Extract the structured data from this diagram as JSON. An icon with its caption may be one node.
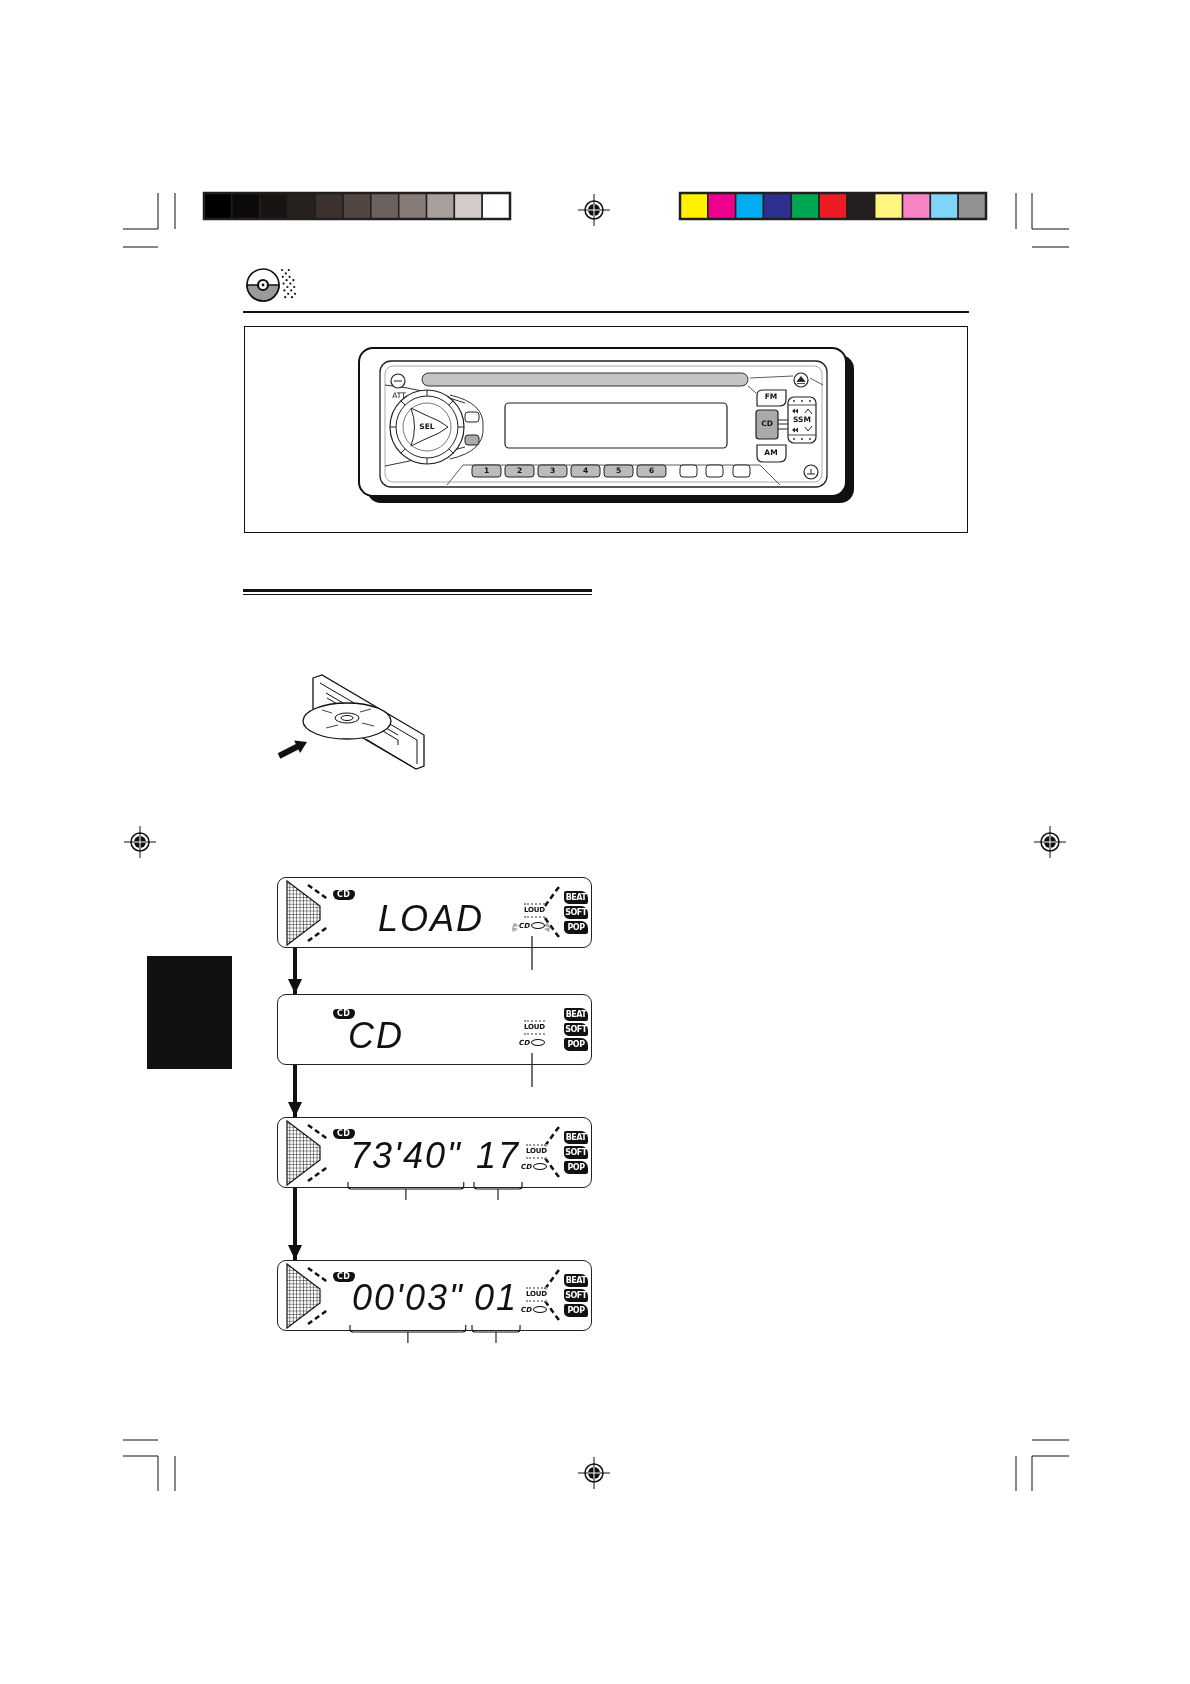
{
  "diagram": {
    "nodes": [
      {
        "text": [
          "CD",
          "LOAD",
          "LOUD",
          "BEAT",
          "SOFT",
          "POP"
        ]
      },
      {
        "text": [
          "CD"
        ],
        "in": 0
      },
      {
        "text": [
          "CD",
          "CD",
          "LOUD",
          "BEAT",
          "SOFT",
          "POP"
        ]
      },
      {
        "text": [
          "CD"
        ],
        "in": 2
      },
      {
        "text": [
          "CD",
          "73'40\"",
          "17",
          "LOUD",
          "BEAT",
          "SOFT",
          "POP"
        ]
      },
      {
        "text": [
          "CD"
        ],
        "in": 4
      },
      {
        "text": [
          "CD",
          "00'03\"",
          "01",
          "LOUD",
          "BEAT",
          "SOFT",
          "POP"
        ]
      },
      {
        "text": [
          "CD"
        ],
        "in": 6
      },
      {
        "text": [],
        "shape": "box"
      }
    ],
    "edges": [
      {
        "from": 0,
        "to": 2,
        "arrow": "to"
      },
      {
        "from": 2,
        "to": 4,
        "arrow": "to"
      },
      {
        "from": 4,
        "to": 6,
        "arrow": "to"
      },
      {
        "from": null,
        "to": 1,
        "arrow": "none"
      },
      {
        "from": null,
        "to": 3,
        "arrow": "none"
      }
    ],
    "labels": [
      "ATT",
      "FM",
      "SEL",
      "CD",
      "SSM",
      "AM",
      "1",
      "2",
      "3",
      "4",
      "5",
      "6"
    ]
  }
}
